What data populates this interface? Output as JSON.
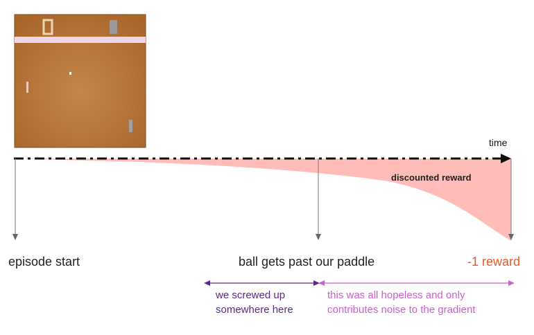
{
  "labels": {
    "time": "time",
    "discounted_reward": "discounted reward",
    "episode_start": "episode start",
    "ball_past_paddle": "ball gets past our paddle",
    "final_reward": "-1 reward"
  },
  "annotations": {
    "left": [
      "we screwed up",
      "somewhere here"
    ],
    "right": [
      "this was all hopeless and only",
      "contributes noise to the gradient"
    ]
  },
  "game": {
    "name": "Pong",
    "icons": [
      "paddle-left",
      "paddle-right",
      "ball",
      "score-digit"
    ]
  },
  "colors": {
    "reward_fill": "#ffbcb8",
    "final_reward": "#e8582a",
    "left_bracket": "#5b2a86",
    "right_bracket": "#cc5fcc",
    "game_bg": "#b5702f",
    "game_top_bar": "#eed6e6"
  }
}
